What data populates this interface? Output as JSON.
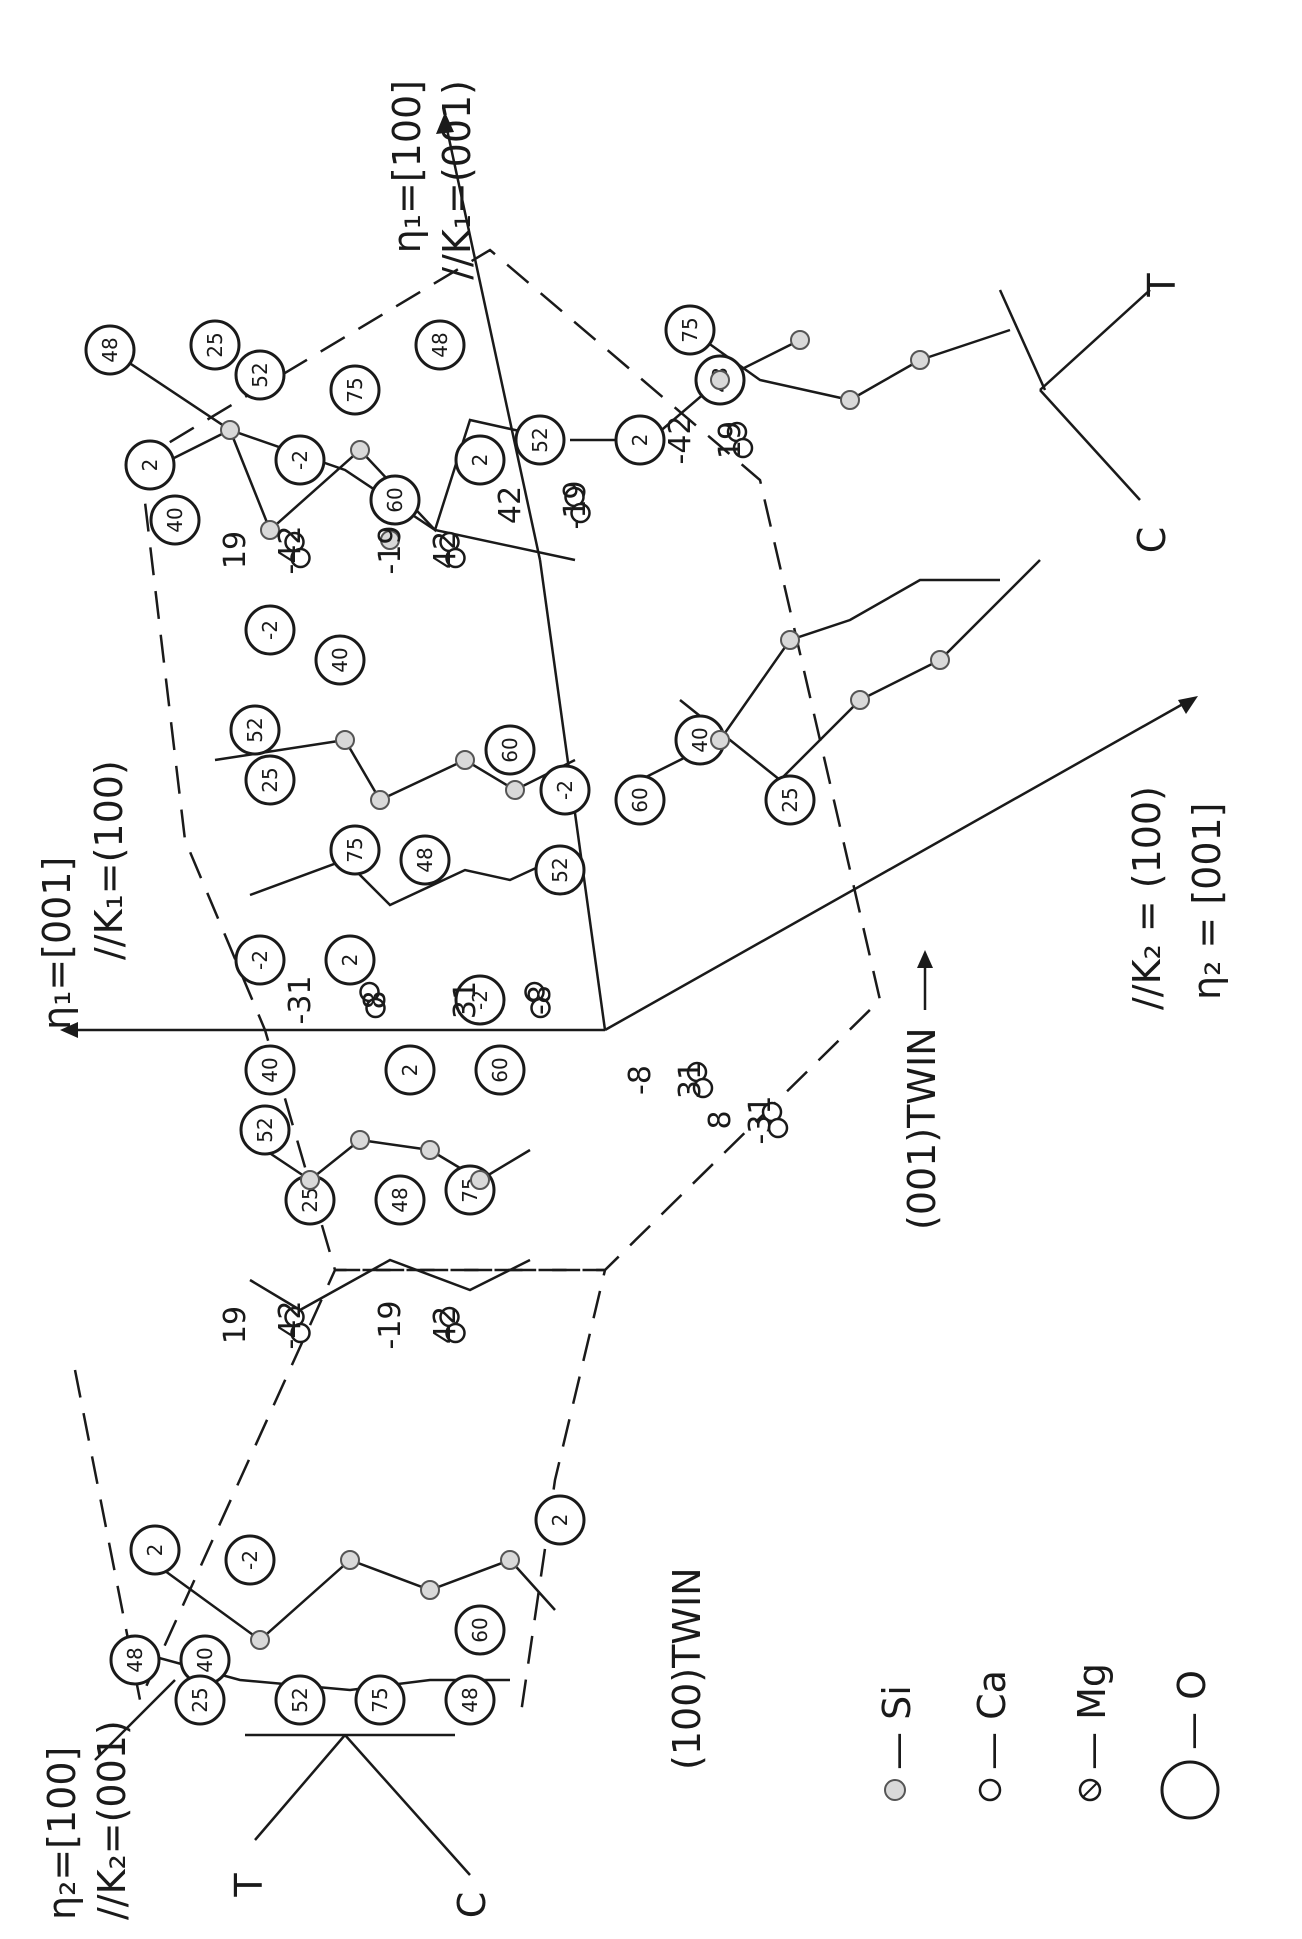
{
  "diagram": {
    "axes": {
      "left_top_eta": "η₁=[100]",
      "left_top_k": "//K₁=(001)",
      "mid_eta": "η₁=[001]",
      "mid_k": "//K₁=(100)",
      "bottom_left_eta": "η₂=[100]",
      "bottom_left_k": "//K₂=(001)",
      "bottom_right_k": "//K₂ = (100)",
      "bottom_right_eta": "η₂ = [001]"
    },
    "twins": {
      "twin_001": "(001)TWIN",
      "twin_100": "(100)TWIN"
    },
    "stress": {
      "top_T": "T",
      "top_C": "C",
      "bottom_T": "T",
      "bottom_C": "C"
    },
    "legend": [
      {
        "label": "— Si"
      },
      {
        "label": "— Ca"
      },
      {
        "label": "— Mg"
      },
      {
        "label": "— O"
      }
    ],
    "oxygen_labels": [
      "48",
      "25",
      "52",
      "75",
      "48",
      "2",
      "40",
      "-2",
      "60",
      "2",
      "60",
      "40",
      "-2",
      "52",
      "25",
      "75",
      "48",
      "52",
      "2",
      "-2",
      "40",
      "52",
      "25",
      "48",
      "75",
      "60",
      "2",
      "-2",
      "40",
      "60",
      "2",
      "-2",
      "48",
      "25",
      "52",
      "75",
      "48",
      "2",
      "48",
      "52",
      "2",
      "75",
      "60",
      "-2",
      "40",
      "25"
    ],
    "cation_labels": [
      "19",
      "-42",
      "-19",
      "42",
      "42",
      "-19",
      "-42",
      "19",
      "-31",
      "8",
      "31",
      "-8",
      "-8",
      "31",
      "8",
      "-31",
      "19",
      "-42",
      "-19",
      "42"
    ]
  }
}
